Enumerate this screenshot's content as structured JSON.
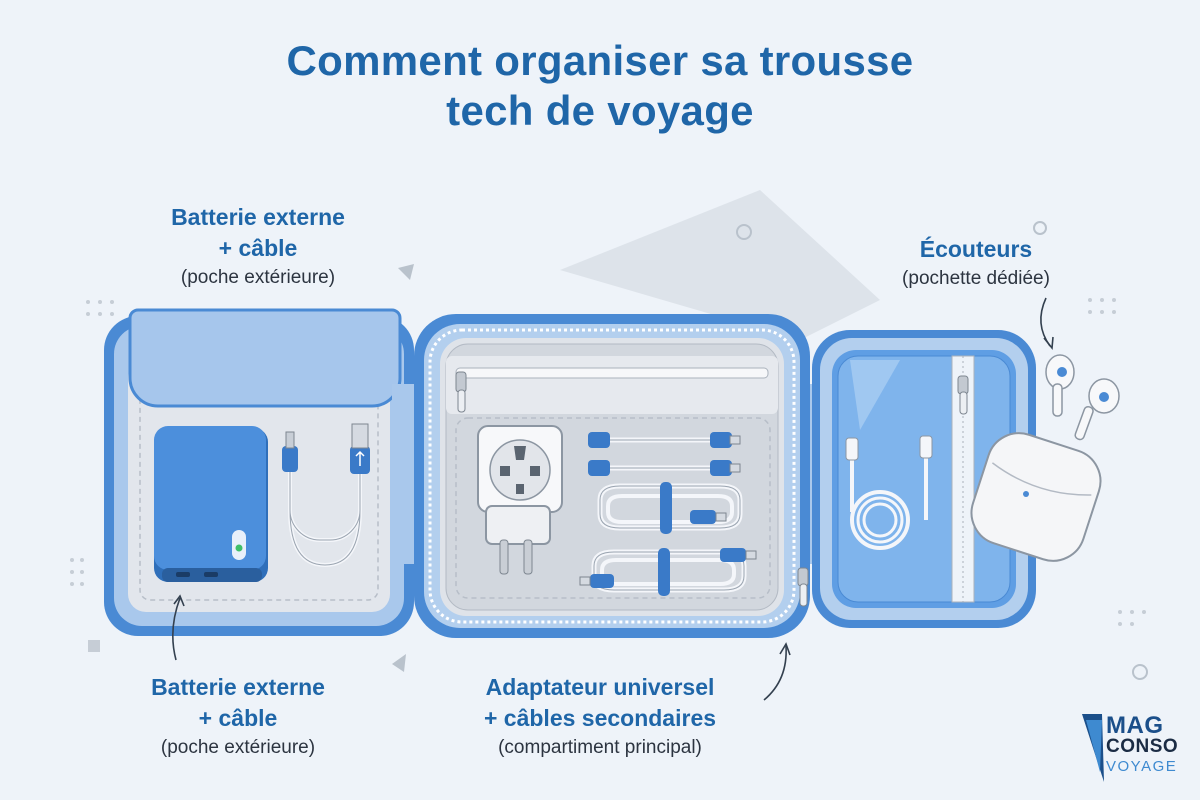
{
  "title": {
    "line1": "Comment organiser sa trousse",
    "line2": "tech de voyage"
  },
  "labels": {
    "top_left": {
      "main1": "Batterie externe",
      "main2": "+ câble",
      "sub": "(poche extérieure)"
    },
    "bottom_left": {
      "main1": "Batterie externe",
      "main2": "+ câble",
      "sub": "(poche extérieure)"
    },
    "bottom_center": {
      "main1": "Adaptateur universel",
      "main2": "+ câbles secondaires",
      "sub": "(compartiment principal)"
    },
    "top_right": {
      "main1": "Écouteurs",
      "sub": "(pochette dédiée)"
    }
  },
  "logo": {
    "line1": "MAG",
    "line2": "CONSO",
    "line3": "VOYAGE"
  },
  "colors": {
    "brand_blue": "#1f66a8",
    "pouch_blue": "#4f8fd6",
    "pouch_light": "#b9d4f0",
    "panel_grey": "#d9dde3",
    "background": "#eef3f9"
  },
  "icons": [
    "power-bank-icon",
    "usb-cable-icon",
    "universal-adapter-icon",
    "earbuds-icon",
    "earbuds-case-icon",
    "zipper-icon"
  ]
}
